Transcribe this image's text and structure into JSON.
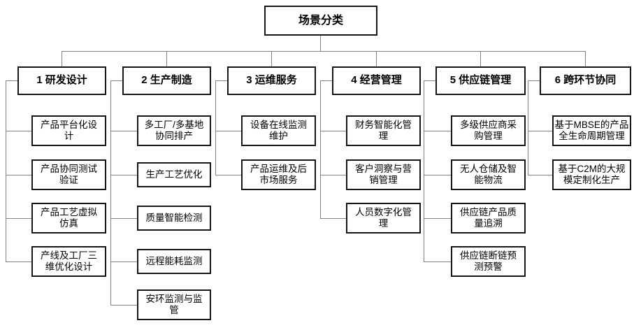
{
  "root": {
    "label": "场景分类"
  },
  "columns": [
    {
      "title": "1 研发设计",
      "children": [
        "产品平台化设\n计",
        "产品协同测试\n验证",
        "产品工艺虚拟\n仿真",
        "产线及工厂三\n维优化设计"
      ]
    },
    {
      "title": "2 生产制造",
      "children": [
        "多工厂/多基地\n协同排产",
        "生产工艺优化",
        "质量智能检测",
        "远程能耗监测",
        "安环监测与监\n管"
      ]
    },
    {
      "title": "3 运维服务",
      "children": [
        "设备在线监测\n维护",
        "产品运维及后\n市场服务"
      ]
    },
    {
      "title": "4 经营管理",
      "children": [
        "财务智能化管\n理",
        "客户洞察与营\n销管理",
        "人员数字化管\n理"
      ]
    },
    {
      "title": "5 供应链管理",
      "children": [
        "多级供应商采\n购管理",
        "无人仓储及智\n能物流",
        "供应链产品质\n量追溯",
        "供应链断链预\n测预警"
      ]
    },
    {
      "title": "6 跨环节协同",
      "children": [
        "基于MBSE的产品\n全生命周期管理",
        "基于C2M的大规\n模定制化生产"
      ]
    }
  ],
  "colors": {
    "background": "#ffffff",
    "box_border": "#161616",
    "connector": "#828282",
    "text": "#000000"
  }
}
